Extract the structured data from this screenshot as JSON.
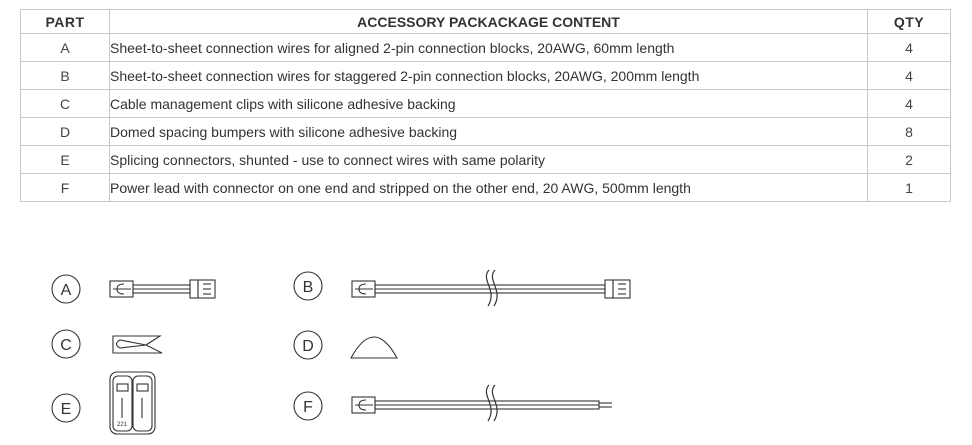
{
  "table": {
    "headers": {
      "part": "PART",
      "content": "ACCESSORY PACKACKAGE CONTENT",
      "qty": "QTY"
    },
    "rows": [
      {
        "part": "A",
        "description": "Sheet-to-sheet connection wires for aligned 2-pin connection blocks, 20AWG, 60mm length",
        "qty": "4"
      },
      {
        "part": "B",
        "description": "Sheet-to-sheet connection wires for staggered 2-pin connection blocks, 20AWG, 200mm length",
        "qty": "4"
      },
      {
        "part": "C",
        "description": "Cable management clips with silicone adhesive backing",
        "qty": "4"
      },
      {
        "part": "D",
        "description": "Domed spacing bumpers with silicone adhesive backing",
        "qty": "8"
      },
      {
        "part": "E",
        "description": "Splicing connectors, shunted - use to connect wires with same polarity",
        "qty": "2"
      },
      {
        "part": "F",
        "description": "Power lead with connector on one end and stripped on the other end, 20 AWG, 500mm length",
        "qty": "1"
      }
    ]
  },
  "diagram": {
    "labels": {
      "a": "A",
      "b": "B",
      "c": "C",
      "d": "D",
      "e": "E",
      "f": "F"
    },
    "connector_marking": "221"
  }
}
